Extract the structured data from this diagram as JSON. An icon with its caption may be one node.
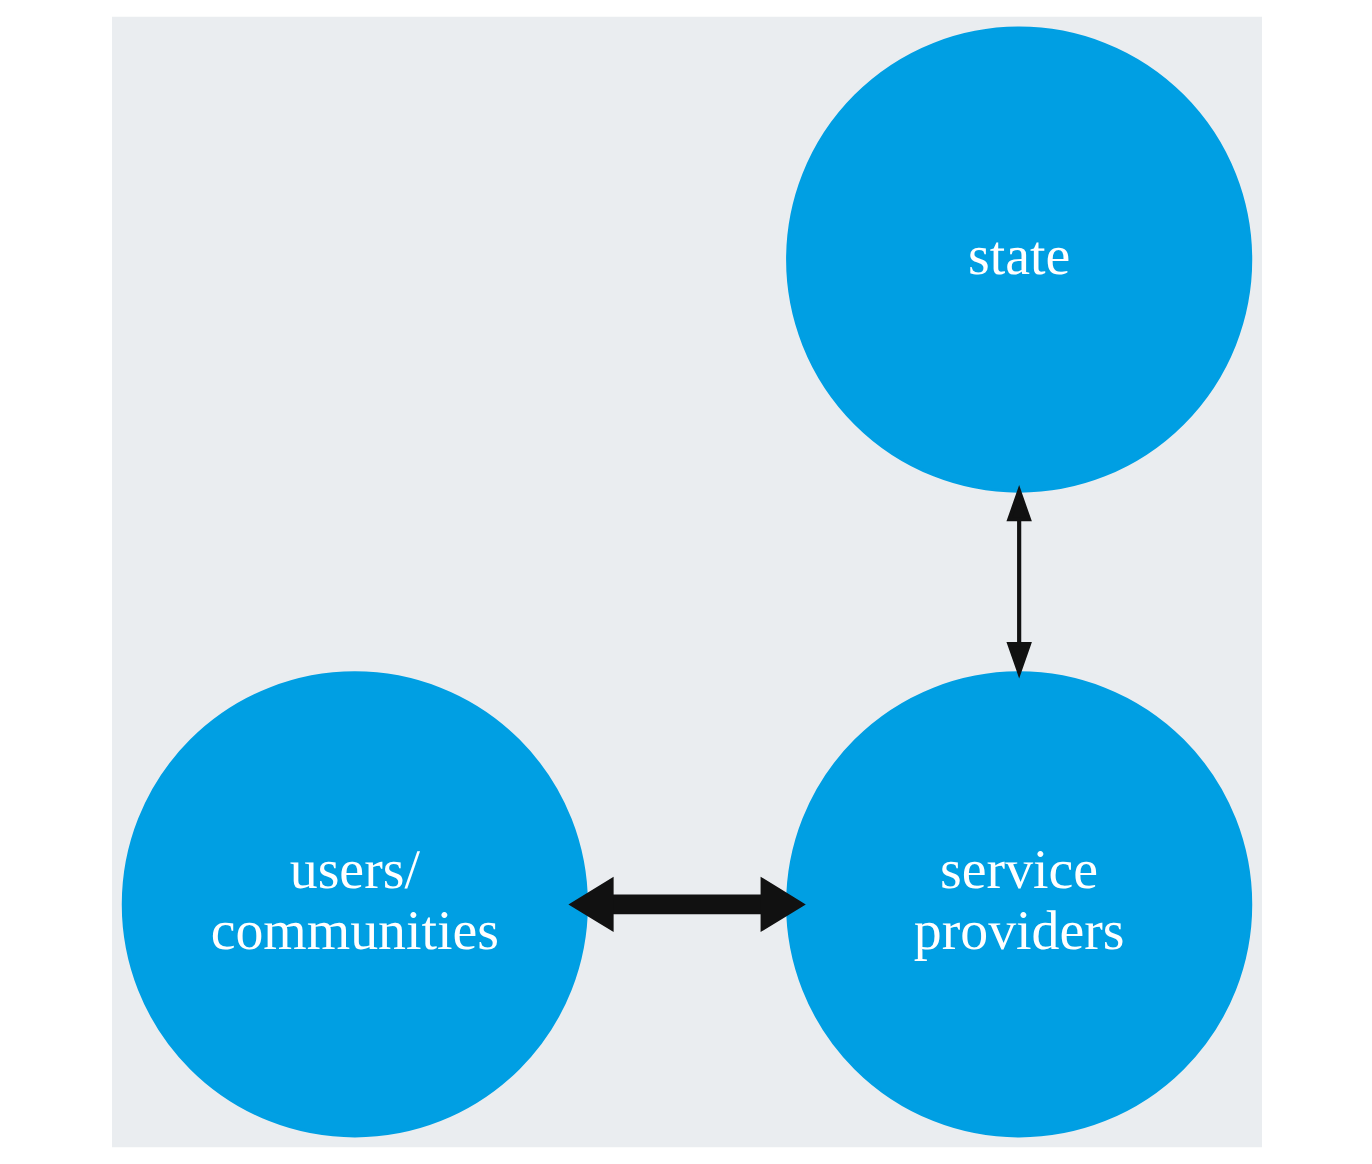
{
  "diagram": {
    "nodes": [
      {
        "text": [
          "state"
        ]
      },
      {
        "text": [
          "users/ communities"
        ]
      },
      {
        "text": [
          "service providers"
        ]
      }
    ],
    "edges": [
      {
        "from": 0,
        "to": 2,
        "arrow": "both"
      },
      {
        "from": 1,
        "to": 2,
        "arrow": "both",
        "style": "thick"
      }
    ]
  }
}
